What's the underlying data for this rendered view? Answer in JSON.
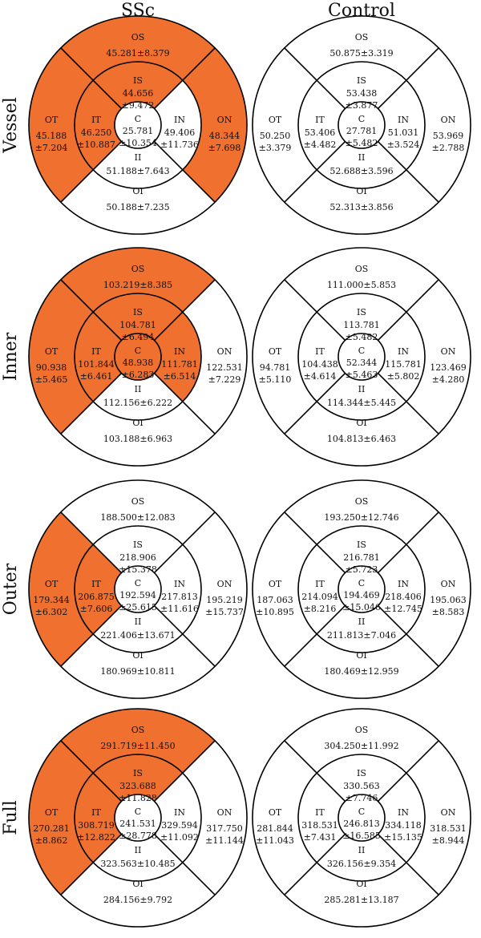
{
  "headers": {
    "left": "SSc",
    "right": "Control"
  },
  "colors": {
    "highlight": "#F07030",
    "normal": "#FFFFFF",
    "stroke": "#000000"
  },
  "rows": [
    {
      "name": "Vessel",
      "panels": [
        {
          "highlight": [
            "OS",
            "OT",
            "ON",
            "IS",
            "IT"
          ],
          "sectors": {
            "OS": {
              "label": "OS",
              "value": "45.281±8.379"
            },
            "OT": {
              "label": "OT",
              "value": "45.188\n±7.204"
            },
            "ON": {
              "label": "ON",
              "value": "48.344\n±7.698"
            },
            "OI": {
              "label": "OI",
              "value": "50.188±7.235"
            },
            "IS": {
              "label": "IS",
              "value": "44.656\n±9.472"
            },
            "IT": {
              "label": "IT",
              "value": "46.250\n±10.887"
            },
            "IN": {
              "label": "IN",
              "value": "49.406\n±11.736"
            },
            "II": {
              "label": "II",
              "value": "51.188±7.643"
            },
            "C": {
              "label": "C",
              "value": "25.781\n±10.354"
            }
          }
        },
        {
          "highlight": [],
          "sectors": {
            "OS": {
              "label": "OS",
              "value": "50.875±3.319"
            },
            "OT": {
              "label": "OT",
              "value": "50.250\n±3.379"
            },
            "ON": {
              "label": "ON",
              "value": "53.969\n±2.788"
            },
            "OI": {
              "label": "OI",
              "value": "52.313±3.856"
            },
            "IS": {
              "label": "IS",
              "value": "53.438\n±3.877"
            },
            "IT": {
              "label": "IT",
              "value": "53.406\n±4.482"
            },
            "IN": {
              "label": "IN",
              "value": "51.031\n±3.524"
            },
            "II": {
              "label": "II",
              "value": "52.688±3.596"
            },
            "C": {
              "label": "C",
              "value": "27.781\n±5.482"
            }
          }
        }
      ]
    },
    {
      "name": "Inner",
      "panels": [
        {
          "highlight": [
            "OS",
            "OT",
            "IS",
            "IT",
            "IN",
            "C"
          ],
          "sectors": {
            "OS": {
              "label": "OS",
              "value": "103.219±8.385"
            },
            "OT": {
              "label": "OT",
              "value": "90.938\n±5.465"
            },
            "ON": {
              "label": "ON",
              "value": "122.531\n±7.229"
            },
            "OI": {
              "label": "OI",
              "value": "103.188±6.963"
            },
            "IS": {
              "label": "IS",
              "value": "104.781\n±6.494"
            },
            "IT": {
              "label": "IT",
              "value": "101.844\n±6.461"
            },
            "IN": {
              "label": "IN",
              "value": "111.781\n±6.514"
            },
            "II": {
              "label": "II",
              "value": "112.156±6.222"
            },
            "C": {
              "label": "C",
              "value": "48.938\n±6.283"
            }
          }
        },
        {
          "highlight": [],
          "sectors": {
            "OS": {
              "label": "OS",
              "value": "111.000±5.853"
            },
            "OT": {
              "label": "OT",
              "value": "94.781\n±5.110"
            },
            "ON": {
              "label": "ON",
              "value": "123.469\n±4.280"
            },
            "OI": {
              "label": "OI",
              "value": "104.813±6.463"
            },
            "IS": {
              "label": "IS",
              "value": "113.781\n±5.482"
            },
            "IT": {
              "label": "IT",
              "value": "104.438\n±4.614"
            },
            "IN": {
              "label": "IN",
              "value": "115.781\n±5.802"
            },
            "II": {
              "label": "II",
              "value": "114.344±5.445"
            },
            "C": {
              "label": "C",
              "value": "52.344\n±5.463"
            }
          }
        }
      ]
    },
    {
      "name": "Outer",
      "panels": [
        {
          "highlight": [
            "OT",
            "IT"
          ],
          "sectors": {
            "OS": {
              "label": "OS",
              "value": "188.500±12.083"
            },
            "OT": {
              "label": "OT",
              "value": "179.344\n±6.302"
            },
            "ON": {
              "label": "ON",
              "value": "195.219\n±15.737"
            },
            "OI": {
              "label": "OI",
              "value": "180.969±10.811"
            },
            "IS": {
              "label": "IS",
              "value": "218.906\n±15.378"
            },
            "IT": {
              "label": "IT",
              "value": "206.875\n±7.606"
            },
            "IN": {
              "label": "IN",
              "value": "217.813\n±11.616"
            },
            "II": {
              "label": "II",
              "value": "221.406±13.671"
            },
            "C": {
              "label": "C",
              "value": "192.594\n±25.615"
            }
          }
        },
        {
          "highlight": [],
          "sectors": {
            "OS": {
              "label": "OS",
              "value": "193.250±12.746"
            },
            "OT": {
              "label": "OT",
              "value": "187.063\n±10.895"
            },
            "ON": {
              "label": "ON",
              "value": "195.063\n±8.583"
            },
            "OI": {
              "label": "OI",
              "value": "180.469±12.959"
            },
            "IS": {
              "label": "IS",
              "value": "216.781\n±5.723"
            },
            "IT": {
              "label": "IT",
              "value": "214.094\n±8.216"
            },
            "IN": {
              "label": "IN",
              "value": "218.406\n±12.745"
            },
            "II": {
              "label": "II",
              "value": "211.813±7.046"
            },
            "C": {
              "label": "C",
              "value": "194.469\n±15.046"
            }
          }
        }
      ]
    },
    {
      "name": "Full",
      "panels": [
        {
          "highlight": [
            "OS",
            "OT",
            "IS",
            "IT"
          ],
          "sectors": {
            "OS": {
              "label": "OS",
              "value": "291.719±11.450"
            },
            "OT": {
              "label": "OT",
              "value": "270.281\n±8.862"
            },
            "ON": {
              "label": "ON",
              "value": "317.750\n±11.144"
            },
            "OI": {
              "label": "OI",
              "value": "284.156±9.792"
            },
            "IS": {
              "label": "IS",
              "value": "323.688\n±11.828"
            },
            "IT": {
              "label": "IT",
              "value": "308.719\n±12.822"
            },
            "IN": {
              "label": "IN",
              "value": "329.594\n±11.092"
            },
            "II": {
              "label": "II",
              "value": "323.563±10.485"
            },
            "C": {
              "label": "C",
              "value": "241.531\n±28.778"
            }
          }
        },
        {
          "highlight": [],
          "sectors": {
            "OS": {
              "label": "OS",
              "value": "304.250±11.992"
            },
            "OT": {
              "label": "OT",
              "value": "281.844\n±11.043"
            },
            "ON": {
              "label": "ON",
              "value": "318.531\n±8.944"
            },
            "OI": {
              "label": "OI",
              "value": "285.281±13.187"
            },
            "IS": {
              "label": "IS",
              "value": "330.563\n±7.746"
            },
            "IT": {
              "label": "IT",
              "value": "318.531\n±7.431"
            },
            "IN": {
              "label": "IN",
              "value": "334.118\n±15.135"
            },
            "II": {
              "label": "II",
              "value": "326.156±9.354"
            },
            "C": {
              "label": "C",
              "value": "246.813\n±16.585"
            }
          }
        }
      ]
    }
  ]
}
